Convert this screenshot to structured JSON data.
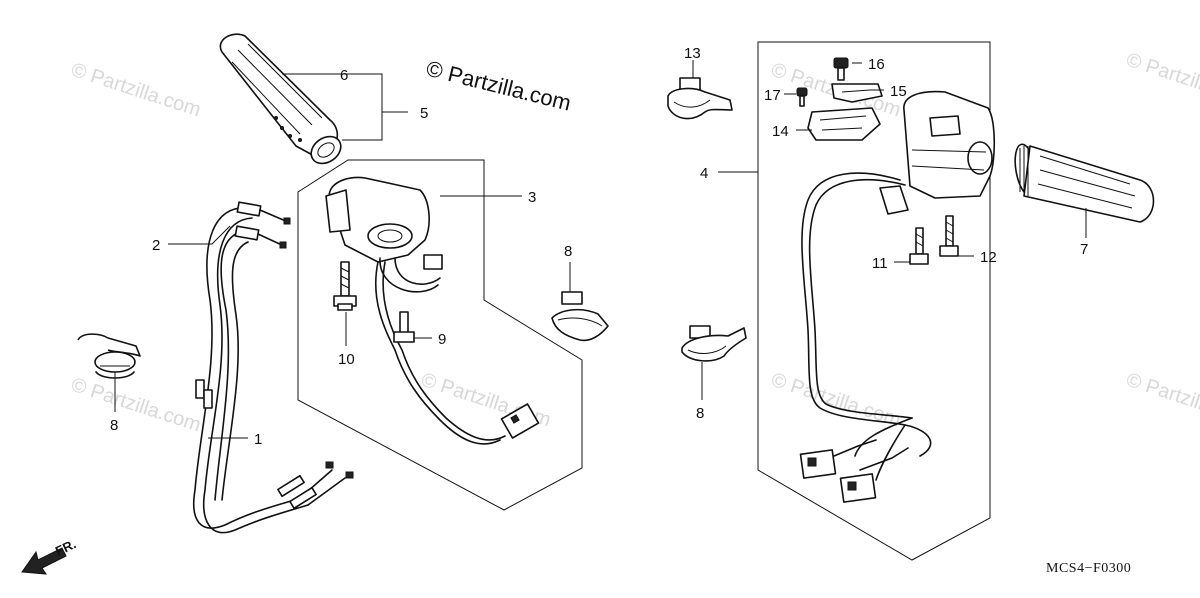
{
  "watermark": {
    "text": "© Partzilla.com"
  },
  "copyright_label": "© Partzilla.com",
  "diagram_code": "MCS4−F0300",
  "direction_label": "FR.",
  "callouts": {
    "c1": "1",
    "c2": "2",
    "c3": "3",
    "c4": "4",
    "c5": "5",
    "c6": "6",
    "c7": "7",
    "c8a": "8",
    "c8b": "8",
    "c8c": "8",
    "c9": "9",
    "c10": "10",
    "c11": "11",
    "c12": "12",
    "c13": "13",
    "c14": "14",
    "c15": "15",
    "c16": "16",
    "c17": "17"
  }
}
